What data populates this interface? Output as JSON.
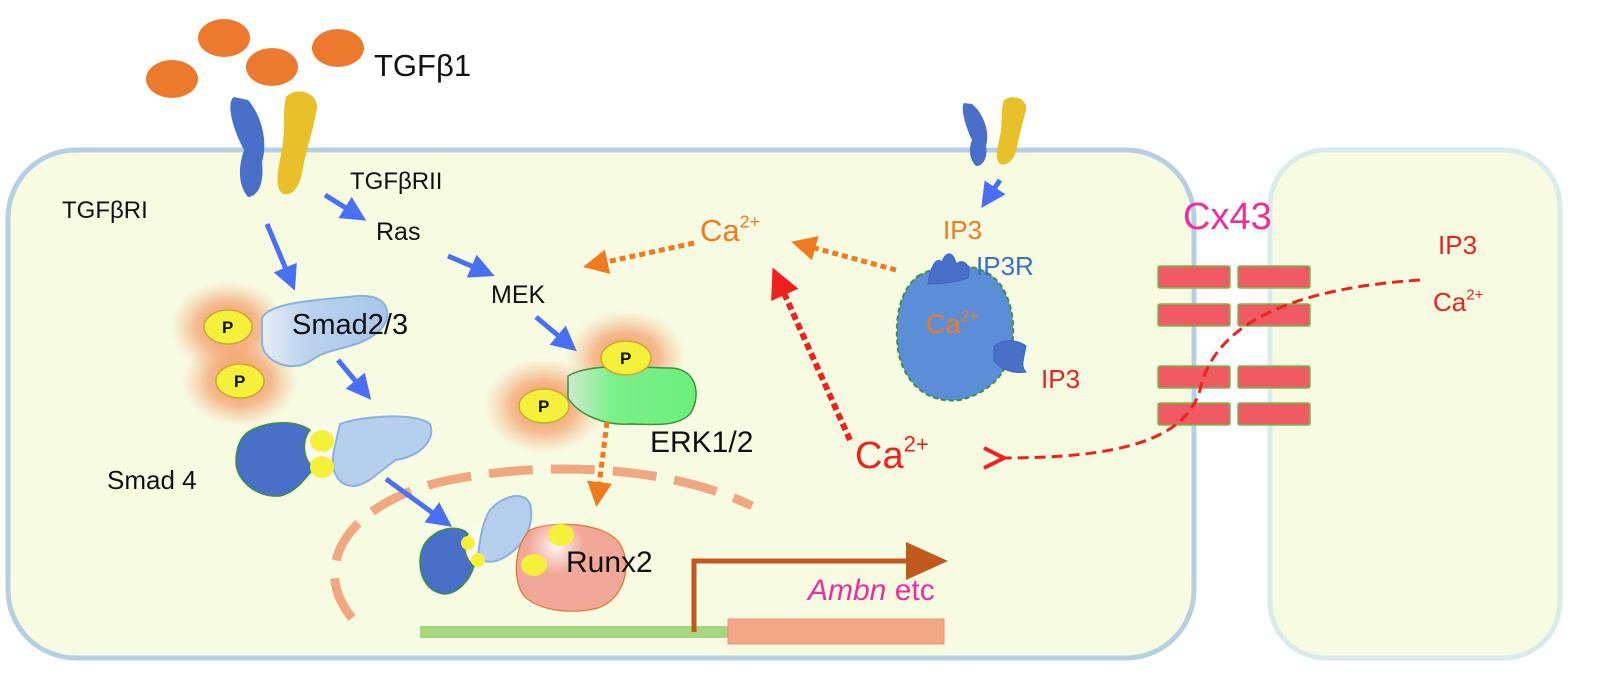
{
  "colors": {
    "cell_fill": "#f7fbe2",
    "cell_border": "#b6d0e2",
    "ligand": "#ec7a2e",
    "receptor_blue": "#4a6fc8",
    "receptor_yellow": "#e8c12a",
    "arrow_blue": "#4a6ff0",
    "arrow_orange": "#f07a1e",
    "arrow_red": "#ee2020",
    "phosphate": "#f5f03a",
    "erk": "#6ef07a",
    "runx2": "#f2a898",
    "connexin": "#f05a62",
    "er": "#5b8ed6"
  },
  "labels": {
    "tgfb1": "TGFβ1",
    "tgfbri": "TGFβRI",
    "tgfbrii": "TGFβRII",
    "ras": "Ras",
    "mek": "MEK",
    "smad23": "Smad2/3",
    "smad4": "Smad 4",
    "erk": "ERK1/2",
    "runx2": "Runx2",
    "ambn": "Ambn",
    "etc": " etc",
    "ip3_top": "IP3",
    "ip3r": "IP3R",
    "ip3_side": "IP3",
    "ca": "Ca",
    "ca_charge": "2+",
    "cx43": "Cx43",
    "ip3_neighbor": "IP3",
    "p": "P"
  }
}
